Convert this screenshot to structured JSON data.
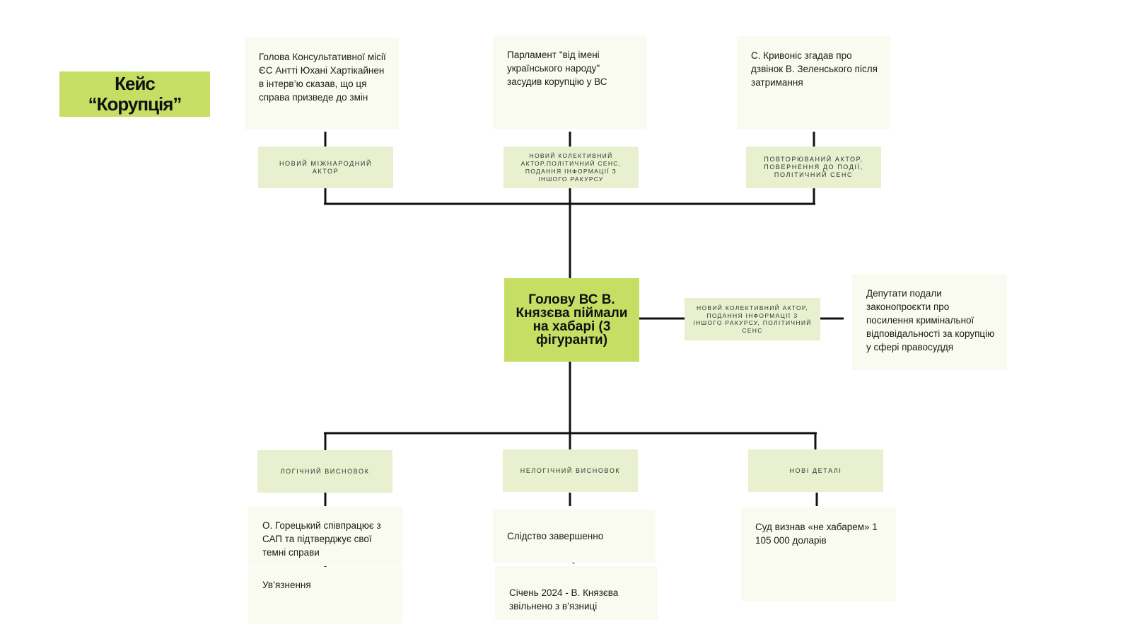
{
  "title": "Кейс\n“Корупція”",
  "center": {
    "text": "Голову ВС В. Князєва піймали на хабарі (3 фігуранти)"
  },
  "top_branches": [
    {
      "note": "Голова Консультативної місії ЄС Антті Юхані Хартікайнен в інтерв’ю сказав, що ця справа призведе до змін",
      "tag": "новий міжнародний актор"
    },
    {
      "note": "Парламент \"від імені українського народу\" засудив корупцію у ВС",
      "tag": "новий колективний актор,політичний сенс, подання інформації з іншого ракурсу"
    },
    {
      "note": "С. Кривоніс згадав про дзвінок В. Зеленського після затримання",
      "tag": "повторюваний актор, повернення до події, політичний сенс"
    }
  ],
  "right_branch": {
    "tag": "новий колективний актор, подання інформації з іншого ракурсу, політичний сенс",
    "note": "Депутати  подали законопроєкти про посилення кримінальної відповідальності за корупцію у сфері правосуддя"
  },
  "bottom_branches": [
    {
      "tag": "логічний висновок",
      "notes": [
        "О. Горецький співпрацює з САП та підтверджує свої темні справи",
        "Ув’язнення"
      ]
    },
    {
      "tag": "нелогічний висновок",
      "notes": [
        "Слідство завершенно",
        "Січень 2024 - В. Князєва звільнено з в’язниці"
      ]
    },
    {
      "tag": "нові деталі",
      "notes": [
        "Суд визнав «не хабарем» 1 105 000 доларів"
      ]
    }
  ],
  "colors": {
    "accent_green": "#c6de64",
    "tag_green": "#e8f0cf",
    "note_bg": "#fafbf0",
    "line": "#111111"
  }
}
